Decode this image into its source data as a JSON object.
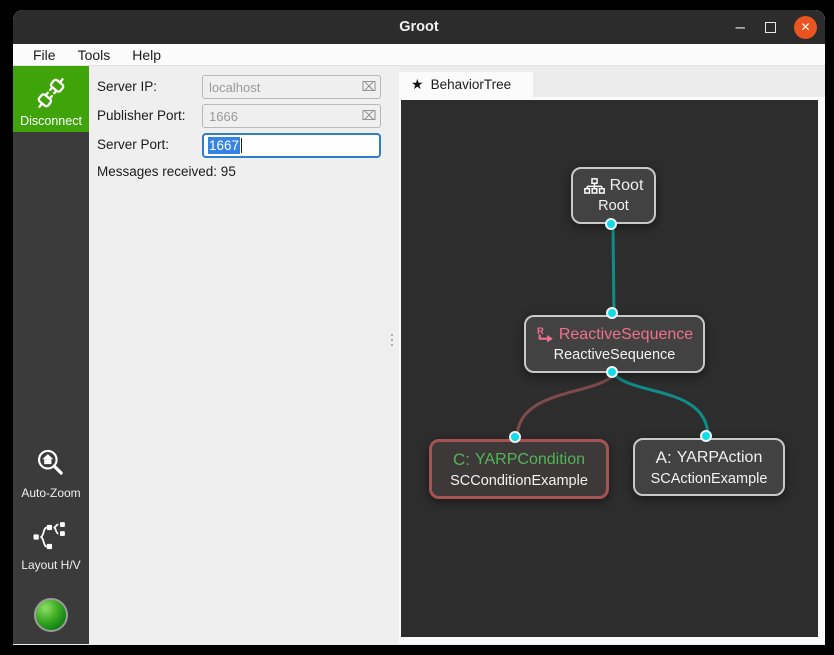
{
  "titlebar": {
    "title": "Groot",
    "minimize_glyph": "–",
    "close_glyph": "✕"
  },
  "menu": {
    "items": [
      {
        "label": "File"
      },
      {
        "label": "Tools"
      },
      {
        "label": "Help"
      }
    ]
  },
  "sidebar": {
    "disconnect_label": "Disconnect",
    "autozoom_label": "Auto-Zoom",
    "layout_label": "Layout H/V"
  },
  "form": {
    "server_ip": {
      "label": "Server IP:",
      "value": "localhost",
      "clear_glyph": "⌧"
    },
    "publisher_port": {
      "label": "Publisher Port:",
      "value": "1666",
      "clear_glyph": "⌧"
    },
    "server_port": {
      "label": "Server Port:",
      "value": "1667"
    },
    "messages": "Messages received: 95"
  },
  "tab": {
    "star_glyph": "★",
    "label": "BehaviorTree"
  },
  "canvas": {
    "nodes": [
      {
        "id": "root",
        "title": "Root",
        "subtitle": "Root"
      },
      {
        "id": "reactive-sequence",
        "icon_label": "R",
        "title": "ReactiveSequence",
        "subtitle": "ReactiveSequence"
      },
      {
        "id": "yarp-condition",
        "prefix": "C:",
        "title": "YARPCondition",
        "subtitle": "SCConditionExample"
      },
      {
        "id": "yarp-action",
        "prefix": "A:",
        "title": "YARPAction",
        "subtitle": "SCActionExample"
      }
    ]
  },
  "colors": {
    "accent_green": "#3fa30a",
    "close_orange": "#e95420",
    "selection_blue": "#3584e4",
    "port_cyan": "#12dbe8",
    "edge_teal": "#0f8c88",
    "edge_maroon": "#7f4a4a",
    "sequence_pink": "#f0708e",
    "condition_green": "#52b457",
    "condition_border_red": "#a65353",
    "canvas_bg": "#2d2d2d"
  }
}
